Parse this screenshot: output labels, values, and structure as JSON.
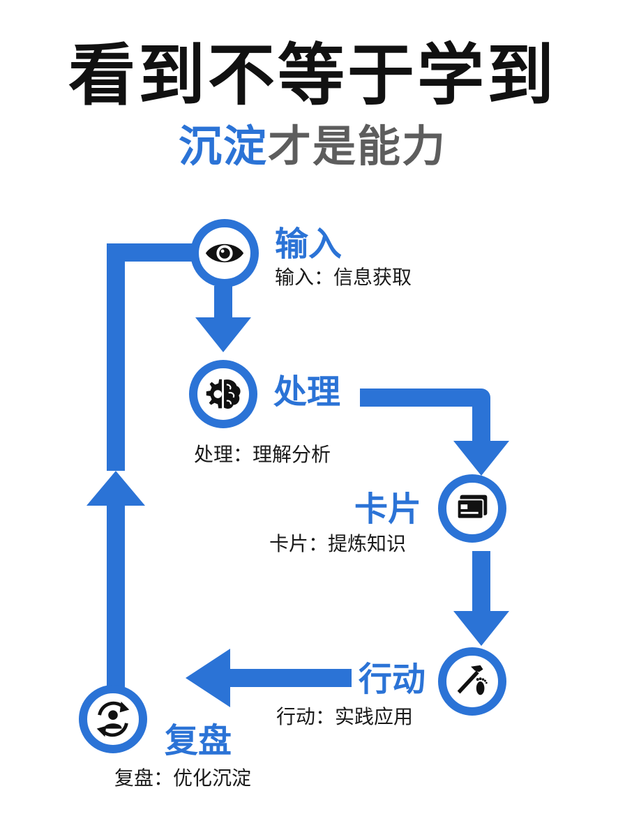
{
  "title": "看到不等于学到",
  "subtitle": {
    "accent": "沉淀",
    "rest": "才是能力"
  },
  "accent_color": "#2b73d6",
  "steps": [
    {
      "label": "输入",
      "desc": "输入：信息获取",
      "icon": "eye-icon"
    },
    {
      "label": "处理",
      "desc": "处理：理解分析",
      "icon": "brain-gear-icon"
    },
    {
      "label": "卡片",
      "desc": "卡片：提炼知识",
      "icon": "cards-icon"
    },
    {
      "label": "行动",
      "desc": "行动：实践应用",
      "icon": "hammer-footprint-icon"
    },
    {
      "label": "复盘",
      "desc": "复盘：优化沉淀",
      "icon": "refresh-person-icon"
    }
  ]
}
